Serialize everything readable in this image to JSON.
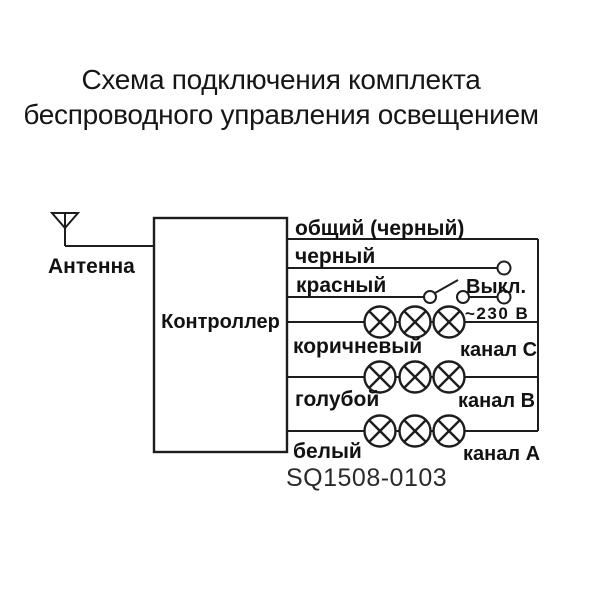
{
  "title": {
    "line1": "Схема подключения комплекта",
    "line2": "беспроводного управления освещением"
  },
  "diagram": {
    "antenna_label": "Антенна",
    "controller_label": "Контроллер",
    "wire_labels": {
      "common": "общий (черный)",
      "black": "черный",
      "red": "красный",
      "brown": "коричневый",
      "blue": "голубой",
      "white": "белый"
    },
    "switch_label": "Выкл.",
    "voltage_label": "~230 В",
    "channel_labels": {
      "c": "канал C",
      "b": "канал B",
      "a": "канал A"
    },
    "part_number": "SQ1508-0103",
    "icons": {
      "antenna": "antenna-icon",
      "lamp": "lamp-icon",
      "switch": "switch-icon"
    },
    "colors": {
      "line": "#1d1d1d",
      "text": "#121212",
      "background": "#ffffff"
    }
  }
}
